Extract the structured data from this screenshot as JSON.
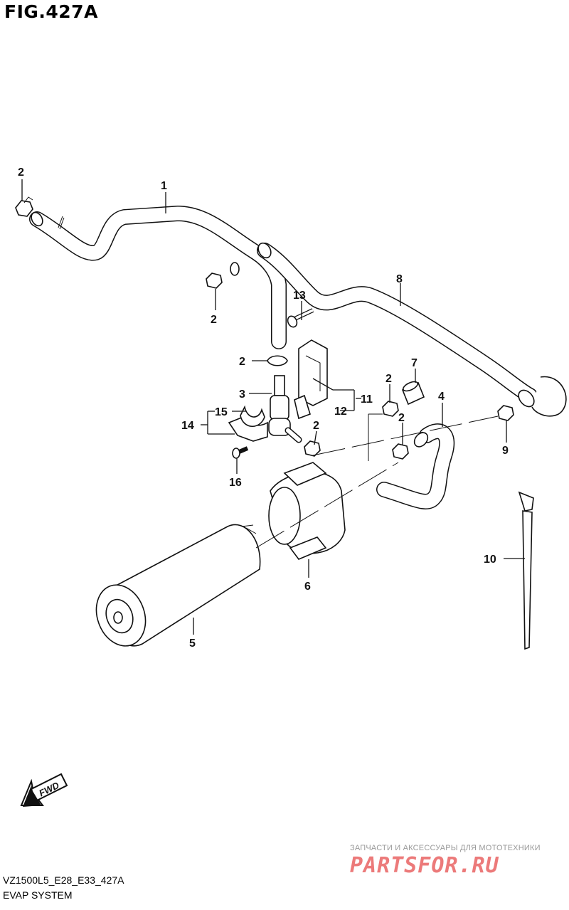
{
  "figure": {
    "title": "FIG.427A",
    "model_code": "VZ1500L5_E28_E33_427A",
    "section_name": "EVAP SYSTEM"
  },
  "watermark": {
    "caption": "ЗАПЧАСТИ И АКСЕССУАРЫ ДЛЯ МОТОТЕХНИКИ",
    "logo_text": "PARTSFOR.RU"
  },
  "fwd_arrow": {
    "label": "FWD"
  },
  "callouts": {
    "c1": "1",
    "c2a": "2",
    "c2b": "2",
    "c2c": "2",
    "c2d": "2",
    "c2e": "2",
    "c2f": "2",
    "c3": "3",
    "c4": "4",
    "c5": "5",
    "c6": "6",
    "c7": "7",
    "c8": "8",
    "c9": "9",
    "c10": "10",
    "c11": "11",
    "c12": "12",
    "c13": "13",
    "c14": "14",
    "c15": "15",
    "c16": "16"
  },
  "colors": {
    "line": "#111111",
    "watermark_logo": "#ec7a7a",
    "watermark_text": "#9a9a9a"
  }
}
